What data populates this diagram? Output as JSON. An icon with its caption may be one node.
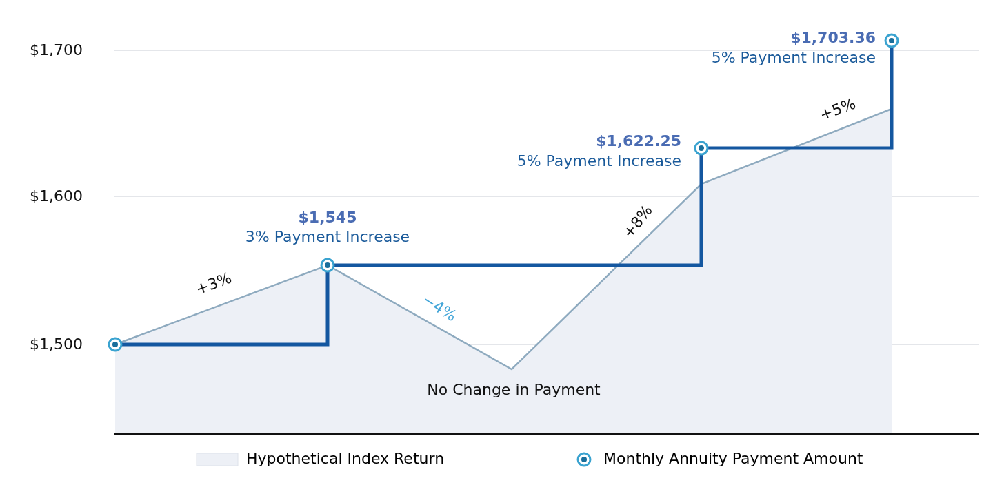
{
  "diagram": {
    "labels": [
      "$1,700",
      "$1,600",
      "$1,500",
      "+3%",
      "$1,545",
      "3% Payment Increase",
      "−4%",
      "No Change in Payment",
      "+8%",
      "$1,622.25",
      "5% Payment Increase",
      "+5%",
      "$1,703.36",
      "5% Payment Increase"
    ],
    "legend": [
      {
        "text": "Hypothetical Index Return",
        "color": "#edf0f6"
      },
      {
        "text": "Monthly Annuity Payment Amount"
      }
    ]
  }
}
